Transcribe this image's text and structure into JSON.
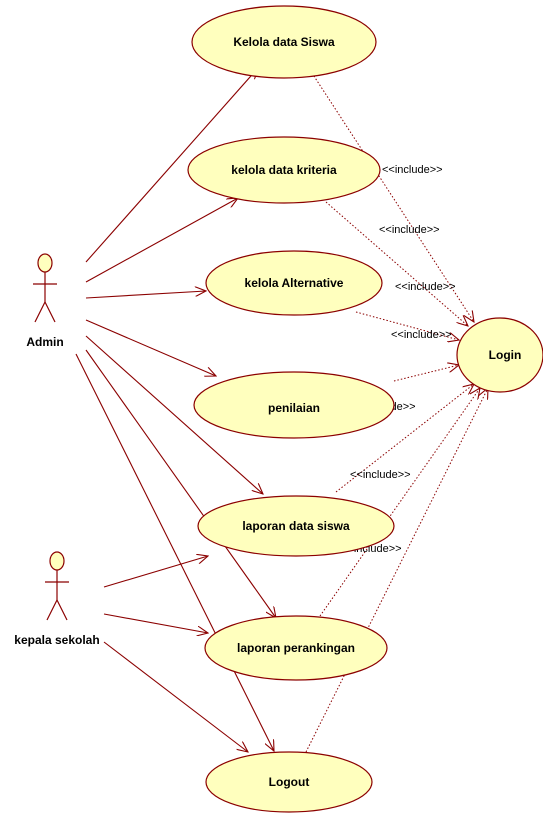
{
  "actors": [
    {
      "id": "admin",
      "label": "Admin"
    },
    {
      "id": "kepala",
      "label": "kepala sekolah"
    }
  ],
  "use_cases": [
    {
      "id": "kelola-siswa",
      "label": "Kelola data Siswa"
    },
    {
      "id": "kelola-kriteria",
      "label": "kelola data kriteria"
    },
    {
      "id": "kelola-alternative",
      "label": "kelola Alternative"
    },
    {
      "id": "penilaian",
      "label": "penilaian"
    },
    {
      "id": "laporan-siswa",
      "label": "laporan data siswa"
    },
    {
      "id": "laporan-rank",
      "label": "laporan perankingan"
    },
    {
      "id": "logout",
      "label": "Logout"
    },
    {
      "id": "login",
      "label": "Login"
    }
  ],
  "include_labels": [
    "<<include>>",
    "<<include>>",
    "<<include>>",
    "<<include>>",
    "<<include>>",
    "<<include>>",
    "<<include>>"
  ],
  "colors": {
    "use_case_fill": "#ffffbe",
    "line": "#8b0000"
  }
}
